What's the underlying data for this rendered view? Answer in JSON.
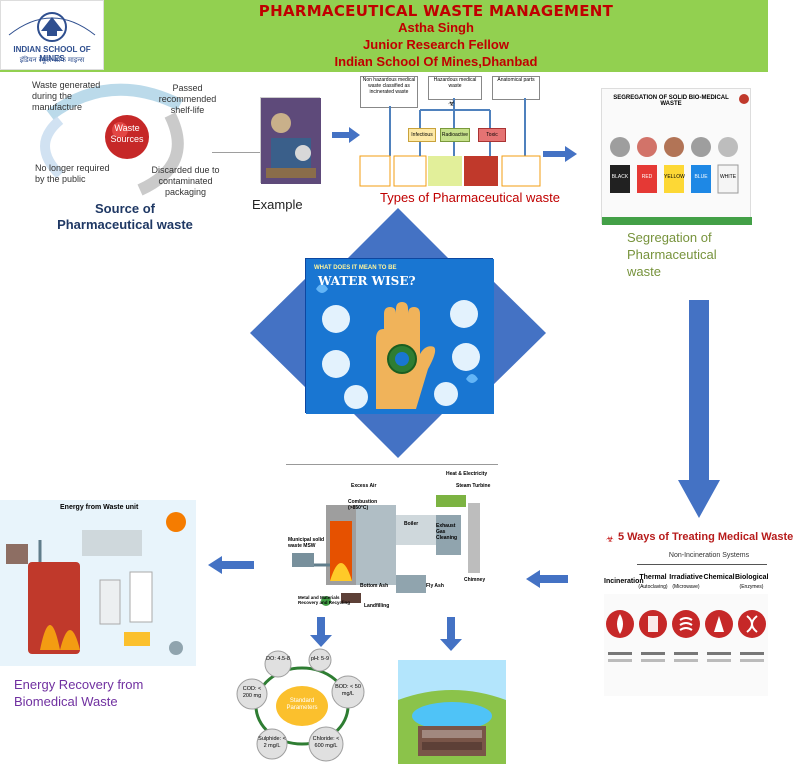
{
  "header": {
    "title": "PHARMACEUTICAL WASTE MANAGEMENT",
    "author": "Astha Singh",
    "role": "Junior Research Fellow",
    "institution": "Indian School Of Mines,Dhanbad",
    "logo_text": "INDIAN SCHOOL OF MINES",
    "logo_hindi": "इंडियन स्कूल ऑफ माइन्स"
  },
  "source": {
    "center": "Waste Sources",
    "s1": "Waste generated during the manufacture",
    "s2": "Passed recommended shelf-life",
    "s3": "No longer required by the public",
    "s4": "Discarded due to contaminated packaging",
    "caption": "Source of Pharmaceutical waste"
  },
  "example": {
    "caption": "Example"
  },
  "types": {
    "caption": "Types of Pharmaceutical waste",
    "top_left": "Non hazardous medical waste classified as incinerated waste",
    "top_mid": "Hazardous medical waste",
    "top_right": "Anatomical parts",
    "cat1": "Infectious",
    "cat2": "Radioactive",
    "cat3": "Toxic"
  },
  "segregation": {
    "caption": "Segregation of Pharmaceutical waste",
    "title": "SEGREGATION OF SOLID BIO-MEDICAL WASTE",
    "bins": [
      "BLACK",
      "RED",
      "YELLOW",
      "BLUE",
      "WHITE"
    ]
  },
  "center_image": {
    "title_small": "WHAT DOES IT MEAN TO BE",
    "title_big": "WATER WISE?"
  },
  "treatment": {
    "title": "5 Ways of Treating Medical Waste",
    "subtitle": "Non-Incineration Systems",
    "methods": [
      {
        "name": "Incineration",
        "sub": ""
      },
      {
        "name": "Thermal",
        "sub": "(Autoclaving)"
      },
      {
        "name": "Irradiative",
        "sub": "(Microwave)"
      },
      {
        "name": "Chemical",
        "sub": ""
      },
      {
        "name": "Biological",
        "sub": "(Enzymes)"
      }
    ]
  },
  "plant": {
    "l1": "Heat & Electricity",
    "l2": "Steam Turbine",
    "l3": "Excess Air",
    "l4": "Combustion (>850°C)",
    "l5": "Municipal solid waste MSW",
    "l6": "Boiler",
    "l7": "Exhaust Gas Cleaning",
    "l8": "Chimney",
    "l9": "Bottom Ash",
    "l10": "Fly Ash",
    "l11": "Metal and Materials Recovery and Recycling",
    "l12": "Landfilling"
  },
  "energy": {
    "caption": "Energy Recovery from Biomedical Waste",
    "title": "Energy from Waste unit"
  },
  "params": {
    "center": "Standard Parameters",
    "items": [
      "DO: 4.5-8",
      "pH: 5-9",
      "BOD: < 50 mg/L",
      "Chloride: < 600 mg/L",
      "Sulphide: < 2 mg/L",
      "COD: < 200 mg"
    ]
  },
  "colors": {
    "header_bg": "#92d050",
    "header_text": "#c00000",
    "arrow": "#4472c4",
    "caption_blue": "#1f3864",
    "caption_red": "#c00000",
    "caption_olive": "#77933c",
    "caption_purple": "#7030a0"
  }
}
